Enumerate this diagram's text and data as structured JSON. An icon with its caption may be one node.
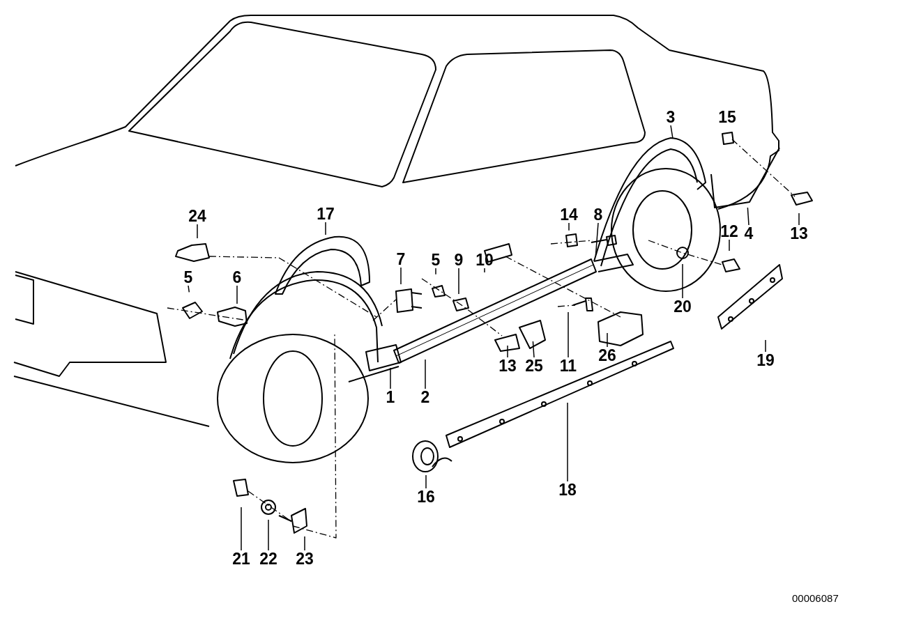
{
  "diagram": {
    "nodes": [
      {
        "text": [
          "3"
        ]
      },
      {
        "text": [
          "17"
        ]
      },
      {
        "text": [
          "24"
        ]
      },
      {
        "text": [
          "14"
        ]
      },
      {
        "text": [
          "8"
        ]
      },
      {
        "text": [
          "12"
        ]
      },
      {
        "text": [
          "4"
        ]
      },
      {
        "text": [
          "13"
        ]
      },
      {
        "text": [
          "7"
        ]
      },
      {
        "text": [
          "5"
        ]
      },
      {
        "text": [
          "9"
        ]
      },
      {
        "text": [
          "10"
        ]
      },
      {
        "text": [
          "5"
        ]
      },
      {
        "text": [
          "6"
        ]
      },
      {
        "text": [
          "20"
        ]
      },
      {
        "text": [
          "19"
        ]
      },
      {
        "text": [
          "26"
        ]
      },
      {
        "text": [
          "13"
        ]
      },
      {
        "text": [
          "25"
        ]
      },
      {
        "text": [
          "11"
        ]
      },
      {
        "text": [
          "1"
        ]
      },
      {
        "text": [
          "2"
        ]
      },
      {
        "text": [
          "18"
        ]
      },
      {
        "text": [
          "16"
        ]
      },
      {
        "text": [
          "21"
        ]
      },
      {
        "text": [
          "22"
        ]
      },
      {
        "text": [
          "23"
        ]
      }
    ],
    "edges": [
      {
        "from": 0,
        "to": null,
        "arrow": "none"
      },
      {
        "from": 1,
        "to": null,
        "arrow": "none"
      },
      {
        "from": 2,
        "to": null,
        "arrow": "none"
      },
      {
        "from": 3,
        "to": null,
        "arrow": "none"
      },
      {
        "from": 4,
        "to": null,
        "arrow": "none"
      },
      {
        "from": 5,
        "to": null,
        "arrow": "none"
      },
      {
        "from": 6,
        "to": null,
        "arrow": "none"
      },
      {
        "from": 7,
        "to": null,
        "arrow": "none"
      },
      {
        "from": 8,
        "to": null,
        "arrow": "none"
      },
      {
        "from": 9,
        "to": null,
        "arrow": "none"
      },
      {
        "from": 10,
        "to": null,
        "arrow": "none"
      },
      {
        "from": 11,
        "to": null,
        "arrow": "none"
      },
      {
        "from": 12,
        "to": null,
        "arrow": "none"
      },
      {
        "from": 13,
        "to": null,
        "arrow": "none"
      },
      {
        "from": 14,
        "to": null,
        "arrow": "none"
      },
      {
        "from": 15,
        "to": null,
        "arrow": "none"
      },
      {
        "from": 16,
        "to": null,
        "arrow": "none"
      },
      {
        "from": 17,
        "to": null,
        "arrow": "none"
      },
      {
        "from": 18,
        "to": null,
        "arrow": "none"
      },
      {
        "from": 19,
        "to": null,
        "arrow": "none"
      },
      {
        "from": 20,
        "to": null,
        "arrow": "none"
      },
      {
        "from": 21,
        "to": null,
        "arrow": "none"
      },
      {
        "from": 22,
        "to": null,
        "arrow": "none"
      },
      {
        "from": 23,
        "to": null,
        "arrow": "none"
      },
      {
        "from": 24,
        "to": null,
        "arrow": "none"
      },
      {
        "from": 25,
        "to": null,
        "arrow": "none"
      },
      {
        "from": 26,
        "to": null,
        "arrow": "none"
      }
    ],
    "labels": [
      "15",
      "00006087"
    ]
  }
}
